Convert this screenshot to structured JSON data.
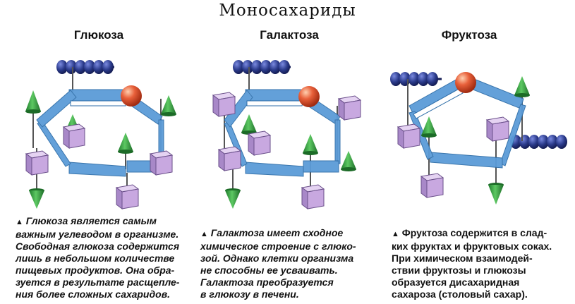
{
  "title": "Моносахариды",
  "panels": [
    {
      "name": "Глюкоза",
      "caption": "Глюкоза является самым важным углеводом в организме. Свободная глюкоза содержится лишь в небольшом количестве пищевых продуктов. Она образуется в результате расщепления более сложных сахаридов.",
      "caption_lines": [
        "Глюкоза является самым",
        "важным углеводом в организме.",
        "Свободная глюкоза содержится",
        "лишь в небольшом количестве",
        "пищевых продуктов. Она обра-",
        "зуется в результате расщепле-",
        "ния более сложных сахаридов."
      ]
    },
    {
      "name": "Галактоза",
      "caption": "Галактоза имеет сходное химическое строение с глюкозой. Однако клетки организма не способны ее усваивать. Галактоза преобразуется в глюкозу в печени.",
      "caption_lines": [
        "Галактоза имеет сходное",
        "химическое строение с глюко-",
        "зой. Однако клетки организма",
        "не способны ее усваивать.",
        "Галактоза преобразуется",
        "в глюкозу в печени."
      ]
    },
    {
      "name": "Фруктоза",
      "caption": "Фруктоза содержится в сладких фруктах и фруктовых соках. При химическом взаимодействии фруктозы и глюкозы образуется дисахаридная сахароза (столовый сахар).",
      "caption_lines": [
        "Фруктоза содержится в слад-",
        "ких фруктах и фруктовых соках.",
        "При химическом взаимодей-",
        "ствии фруктозы  и глюкозы",
        "образуется дисахаридная",
        "сахароза (столовый сахар)."
      ]
    }
  ],
  "colors": {
    "bond": "#5b9bd8",
    "bond_edge": "#2f6ea8",
    "cone": "#2e9a3e",
    "cube": "#c8a8e0",
    "cube_edge": "#6a4f8a",
    "sphere": "#e0542c",
    "chain": "#2a3a8a"
  },
  "icons": [
    "triangle-bullet-icon",
    "cone-atom-icon",
    "cube-atom-icon",
    "sphere-atom-icon",
    "bead-chain-icon"
  ]
}
